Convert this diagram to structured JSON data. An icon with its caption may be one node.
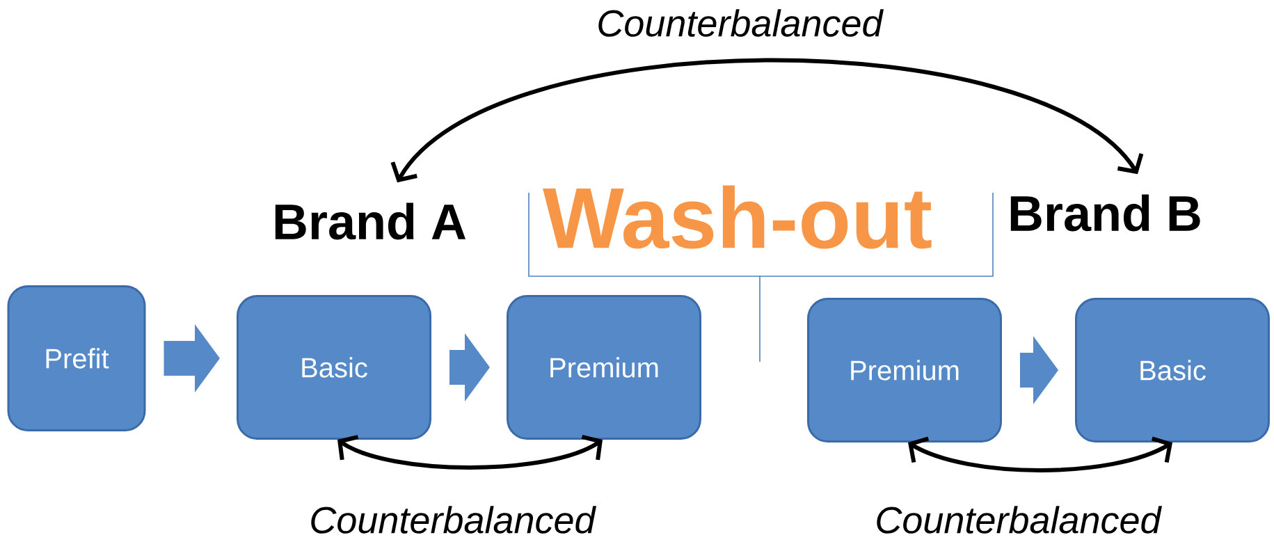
{
  "diagram": {
    "nodes": [
      {
        "text": [
          "Brand A"
        ]
      },
      {
        "text": [
          "Brand B"
        ]
      },
      {
        "text": [
          "Prefit"
        ]
      },
      {
        "text": [
          "Basic"
        ]
      },
      {
        "text": [
          "Premium"
        ]
      },
      {
        "text": [
          "Premium"
        ]
      },
      {
        "text": [
          "Basic"
        ]
      }
    ],
    "edges": [
      {
        "from": 0,
        "to": 1,
        "arrow": "both",
        "label": "Counterbalanced"
      },
      {
        "from": 2,
        "to": 3,
        "arrow": "to",
        "style": "thick",
        "color": "#5589c8"
      },
      {
        "from": 3,
        "to": 4,
        "arrow": "to",
        "style": "thick",
        "color": "#5589c8"
      },
      {
        "from": 5,
        "to": 6,
        "arrow": "to",
        "style": "thick",
        "color": "#5589c8"
      },
      {
        "from": 3,
        "to": 4,
        "arrow": "both",
        "label": "Counterbalanced"
      },
      {
        "from": 5,
        "to": 6,
        "arrow": "both",
        "label": "Counterbalanced"
      }
    ],
    "labels": [
      "Wash-out"
    ]
  }
}
